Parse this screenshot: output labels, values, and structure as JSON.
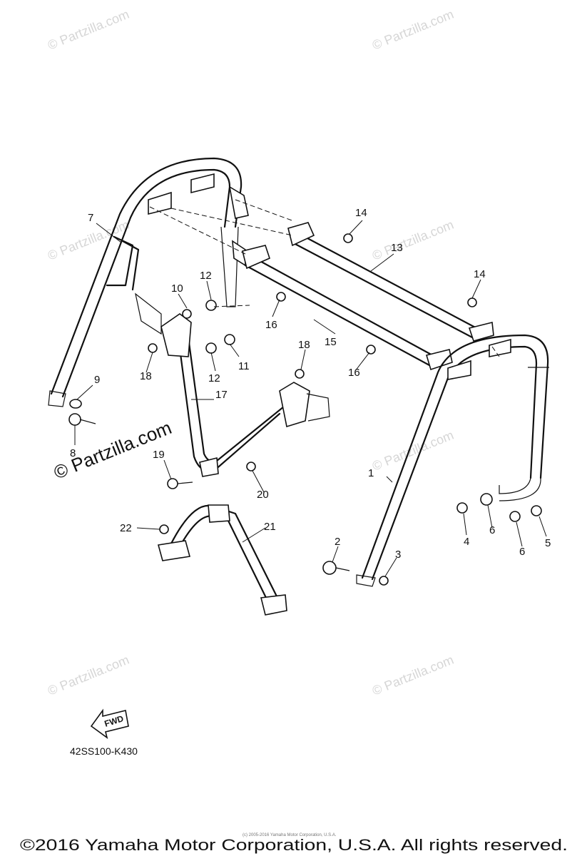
{
  "watermark": "© Partzilla.com",
  "watermark_main": "© Partzilla.com",
  "callouts": [
    "1",
    "2",
    "3",
    "4",
    "5",
    "6",
    "6",
    "7",
    "8",
    "9",
    "10",
    "11",
    "12",
    "12",
    "13",
    "14",
    "14",
    "15",
    "16",
    "16",
    "17",
    "18",
    "18",
    "19",
    "20",
    "21",
    "22"
  ],
  "fwd_label": "FWD",
  "diagram_code": "42SS100-K430",
  "copyright": "©2016 Yamaha Motor Corporation, U.S.A. All rights reserved.",
  "copyright_small": "(c) 2005-2016 Yamaha Motor Corporation, U.S.A."
}
